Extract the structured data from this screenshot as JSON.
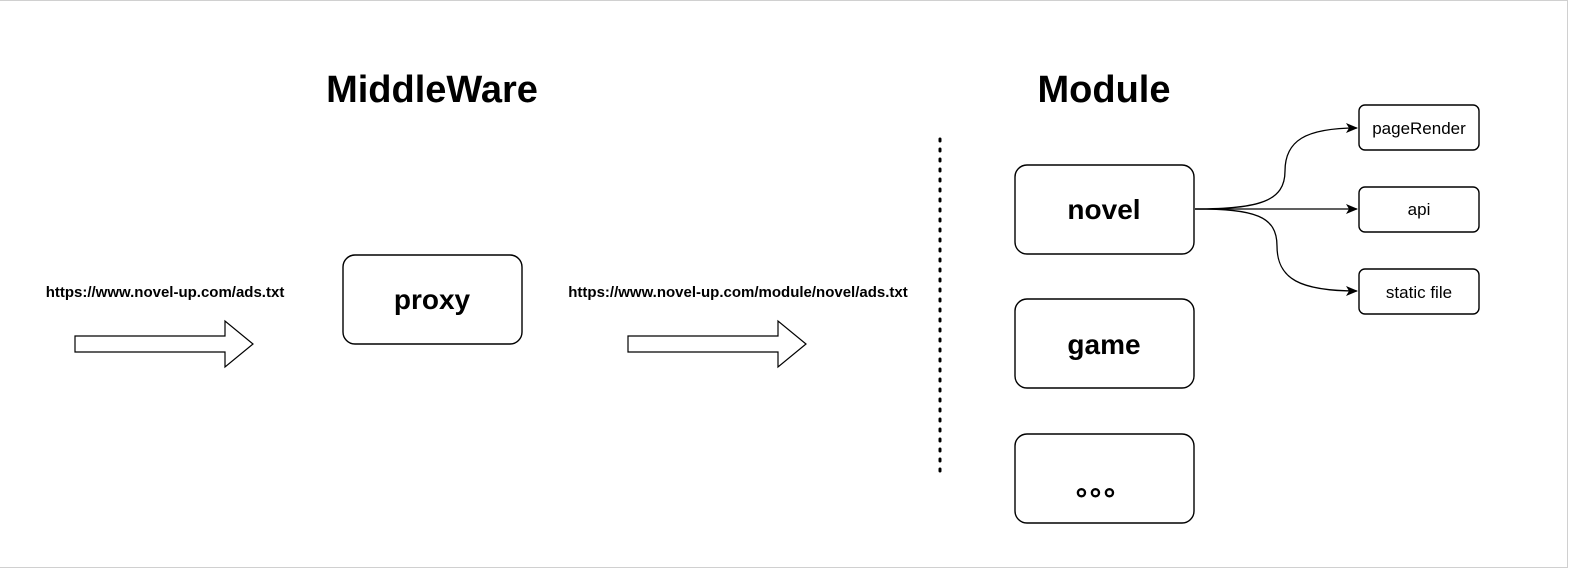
{
  "titles": {
    "middleware": "MiddleWare",
    "module": "Module"
  },
  "urls": {
    "input": "https://www.novel-up.com/ads.txt",
    "rewritten": "https://www.novel-up.com/module/novel/ads.txt"
  },
  "middleware_box": {
    "label": "proxy"
  },
  "modules": {
    "novel": "novel",
    "game": "game",
    "more": "。。。"
  },
  "novel_targets": {
    "page_render": "pageRender",
    "api": "api",
    "static_file": "static file"
  }
}
